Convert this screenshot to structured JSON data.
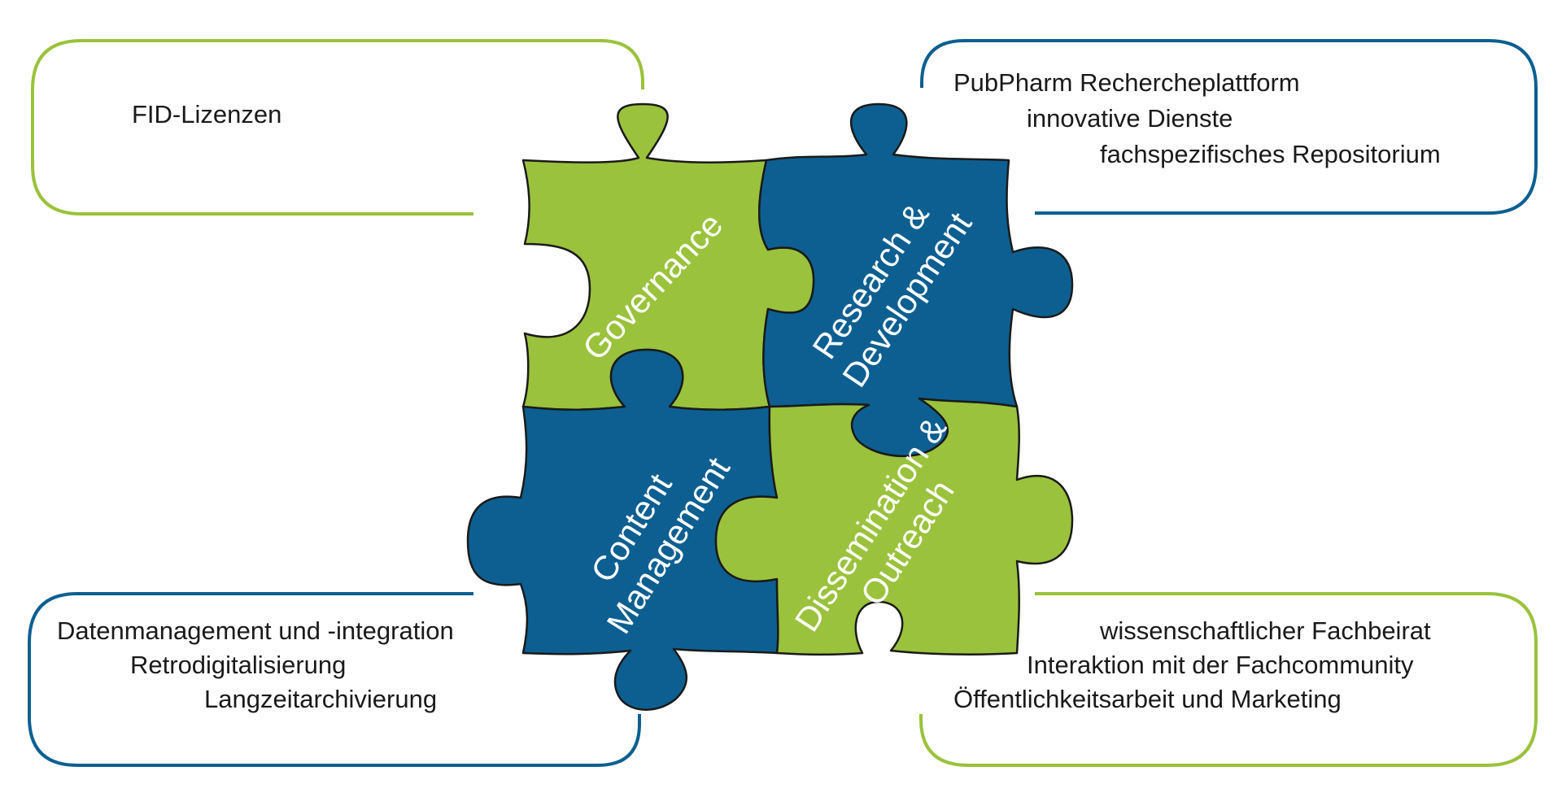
{
  "colors": {
    "green": "#9ac23c",
    "blue": "#0d5f91",
    "outline": "#1a1a1a",
    "text": "#1a1a1a"
  },
  "boxes": {
    "top_left": {
      "lines": [
        "FID-Lizenzen"
      ],
      "color": "green"
    },
    "top_right": {
      "lines": [
        "PubPharm Rechercheplattform",
        "innovative Dienste",
        "fachspezifisches Repositorium"
      ],
      "color": "blue"
    },
    "bottom_left": {
      "lines": [
        "Datenmanagement und -integration",
        "Retrodigitalisierung",
        "Langzeitarchivierung"
      ],
      "color": "blue"
    },
    "bottom_right": {
      "lines": [
        "wissenschaftlicher Fachbeirat",
        "Interaktion mit der Fachcommunity",
        "Öffentlichkeitsarbeit und Marketing"
      ],
      "color": "green"
    }
  },
  "pieces": {
    "governance": {
      "lines": [
        "Governance"
      ],
      "color": "green"
    },
    "research": {
      "lines": [
        "Research &",
        "Development"
      ],
      "color": "blue"
    },
    "content": {
      "lines": [
        "Content",
        "Management"
      ],
      "color": "blue"
    },
    "dissemination": {
      "lines": [
        "Dissemination &",
        "Outreach"
      ],
      "color": "green"
    }
  }
}
